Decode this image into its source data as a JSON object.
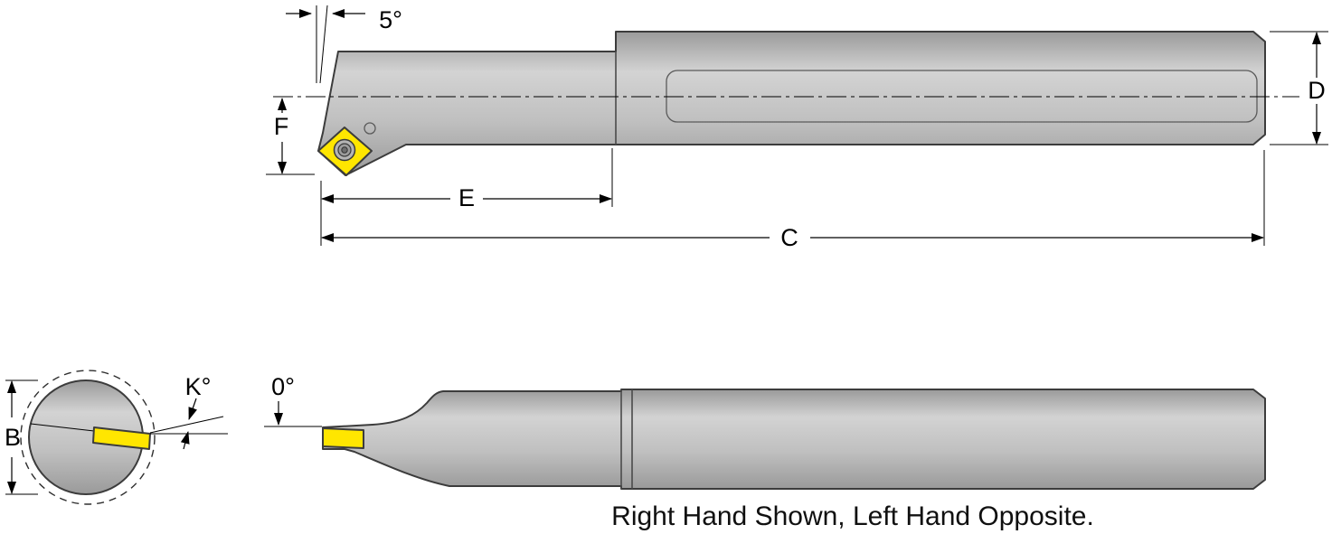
{
  "diagram": {
    "caption": "Right Hand Shown, Left Hand Opposite.",
    "labels": {
      "lead_angle": "5°",
      "dim_f": "F",
      "dim_e": "E",
      "dim_c": "C",
      "dim_d": "D",
      "dim_b": "B",
      "angle_k": "K°",
      "angle_zero": "0°"
    },
    "colors": {
      "insert_yellow": "#FFE600",
      "metal_light": "#d3d3d3",
      "metal_mid": "#c0c0c0",
      "metal_dark": "#9a9a9a",
      "screw_outer": "#b5b5b5",
      "screw_mid": "#9c9c9c",
      "screw_core": "#6e6e6e"
    }
  }
}
